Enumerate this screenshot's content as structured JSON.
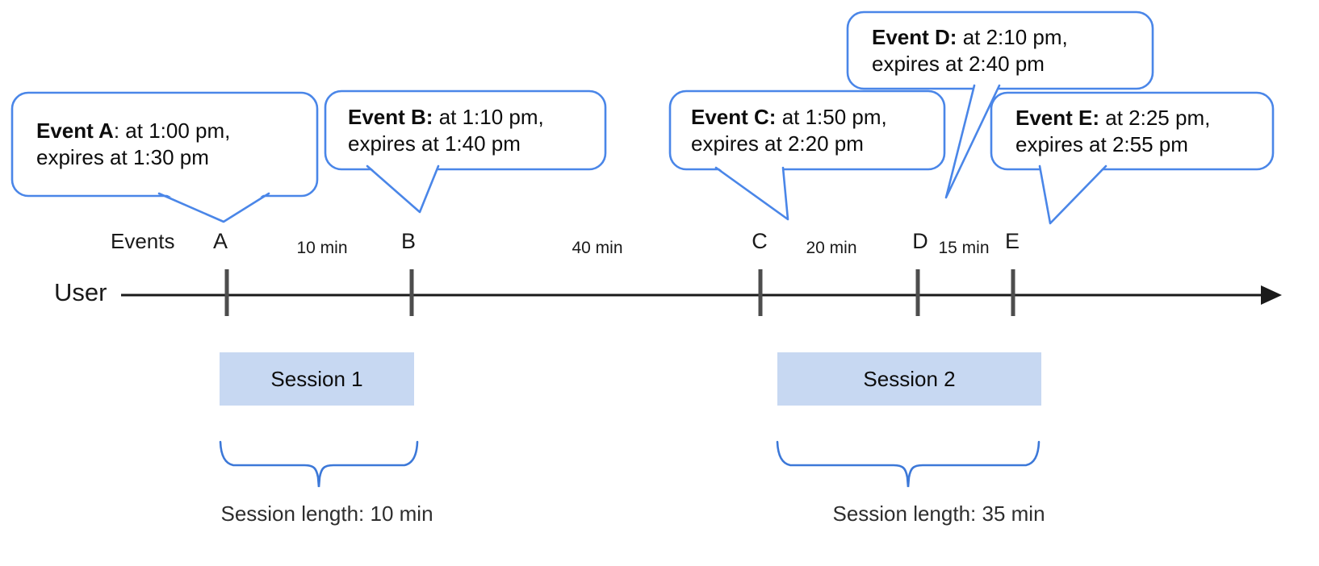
{
  "axis": {
    "events_label": "Events",
    "user_label": "User"
  },
  "event_labels": [
    "A",
    "B",
    "C",
    "D",
    "E"
  ],
  "gap_labels": [
    "10 min",
    "40 min",
    "20 min",
    "15 min"
  ],
  "bubbles": [
    {
      "event": "A",
      "bold": "Event A",
      "rest": ": at 1:00 pm,",
      "line2": "expires at 1:30 pm"
    },
    {
      "event": "B",
      "bold": "Event B:",
      "rest": " at 1:10 pm,",
      "line2": "expires at 1:40 pm"
    },
    {
      "event": "C",
      "bold": "Event C:",
      "rest": " at 1:50 pm,",
      "line2": "expires at 2:20 pm"
    },
    {
      "event": "D",
      "bold": "Event D:",
      "rest": " at 2:10 pm,",
      "line2": "expires at 2:40 pm"
    },
    {
      "event": "E",
      "bold": "Event E:",
      "rest": " at 2:25 pm,",
      "line2": "expires at 2:55 pm"
    }
  ],
  "sessions": [
    {
      "label": "Session 1",
      "length_label": "Session length: 10 min"
    },
    {
      "label": "Session 2",
      "length_label": "Session length: 35 min"
    }
  ],
  "colors": {
    "bubble_border": "#4a86e8",
    "session_fill": "#c7d8f2",
    "brace": "#3c78d8",
    "tick_color": "#4d4d4d",
    "axis_color": "#1a1a1a"
  }
}
